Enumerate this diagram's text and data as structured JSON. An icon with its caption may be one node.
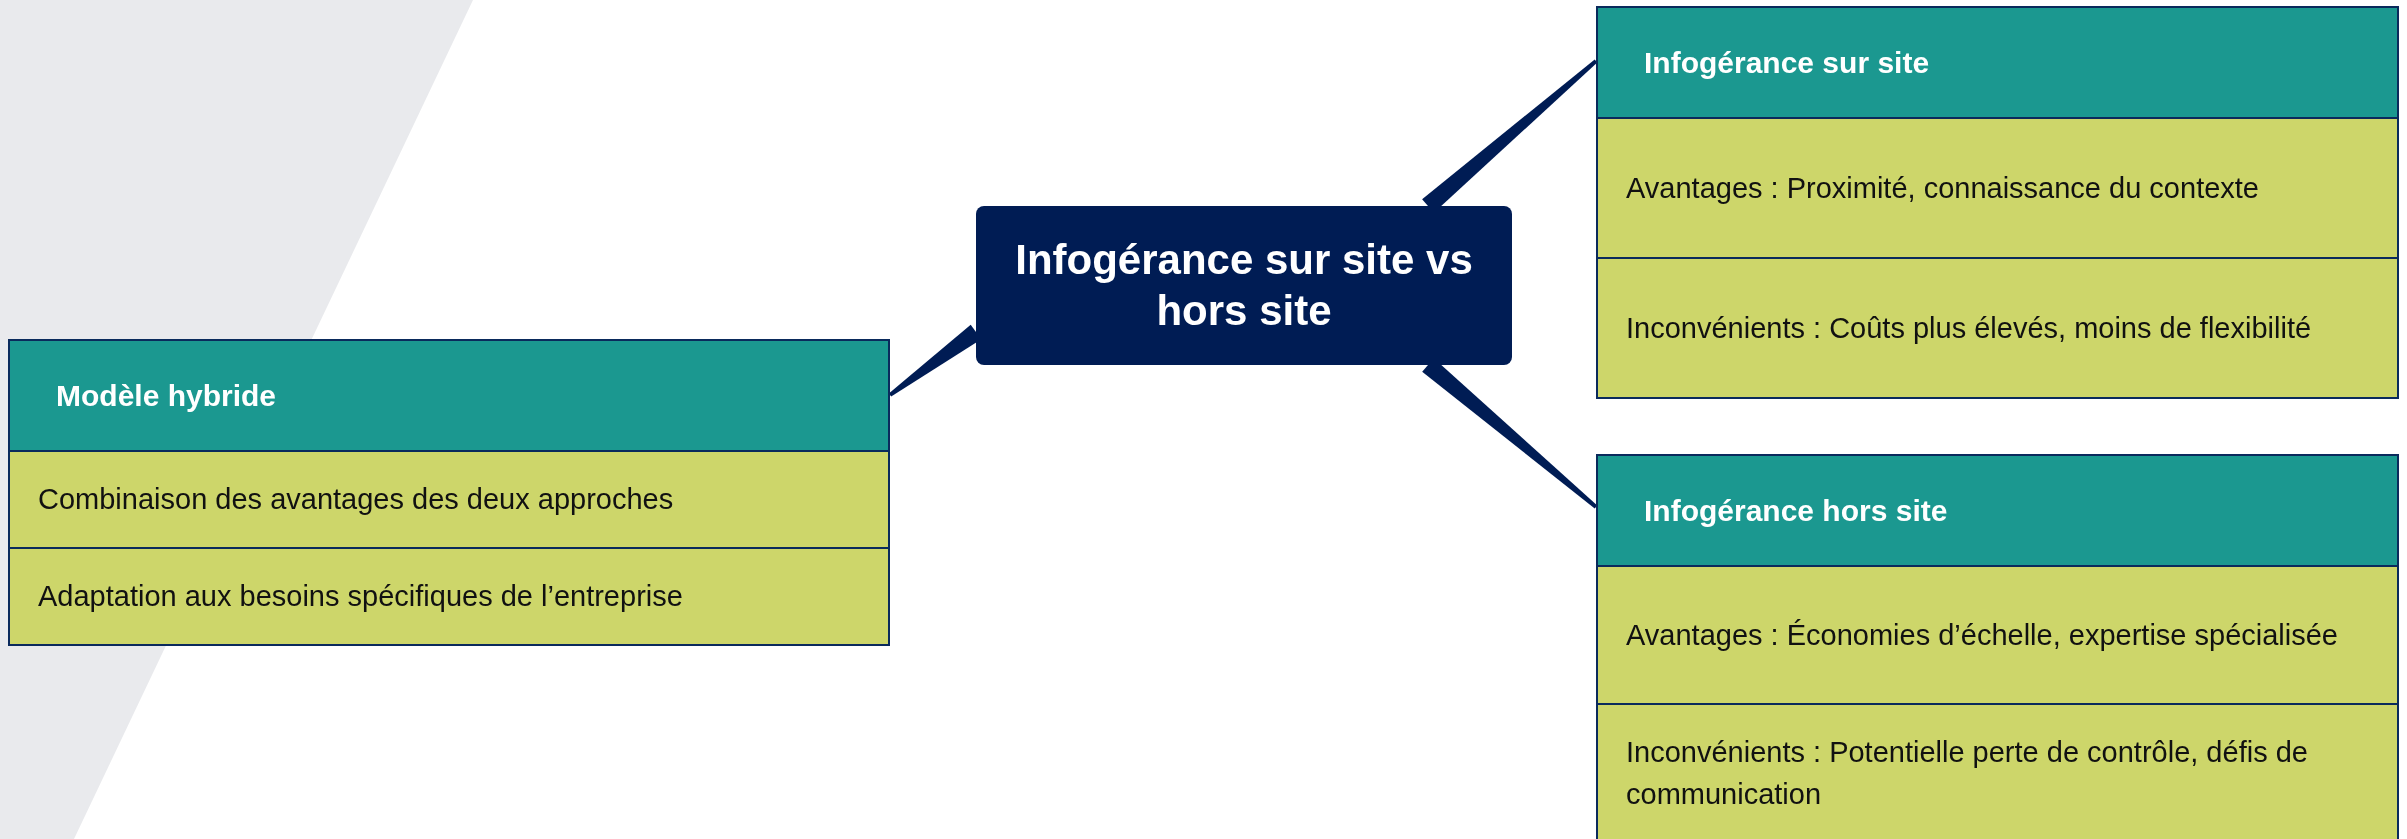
{
  "diagram": {
    "nodes": [
      {
        "text": [
          "Infogérance sur site vs hors site"
        ]
      },
      {
        "text": [
          "Infogérance sur site"
        ]
      },
      {
        "text": [
          "Avantages : Proximité, connaissance du contexte"
        ],
        "in": 1
      },
      {
        "text": [
          "Inconvénients : Coûts plus élevés, moins de flexibilité"
        ],
        "in": 1
      },
      {
        "text": [
          "Infogérance hors site"
        ]
      },
      {
        "text": [
          "Avantages : Économies d’échelle, expertise spécialisée"
        ],
        "in": 4
      },
      {
        "text": [
          "Inconvénients : Potentielle perte de contrôle, défis de communication"
        ],
        "in": 4
      },
      {
        "text": [
          "Modèle hybride"
        ]
      },
      {
        "text": [
          "Combinaison des avantages des deux approches"
        ],
        "in": 7
      },
      {
        "text": [
          "Adaptation aux besoins spécifiques de l’entreprise"
        ],
        "in": 7
      }
    ],
    "edges": [
      {
        "from": 0,
        "to": 1,
        "arrow": "none"
      },
      {
        "from": 0,
        "to": 4,
        "arrow": "none"
      },
      {
        "from": 0,
        "to": 7,
        "arrow": "none"
      }
    ]
  }
}
